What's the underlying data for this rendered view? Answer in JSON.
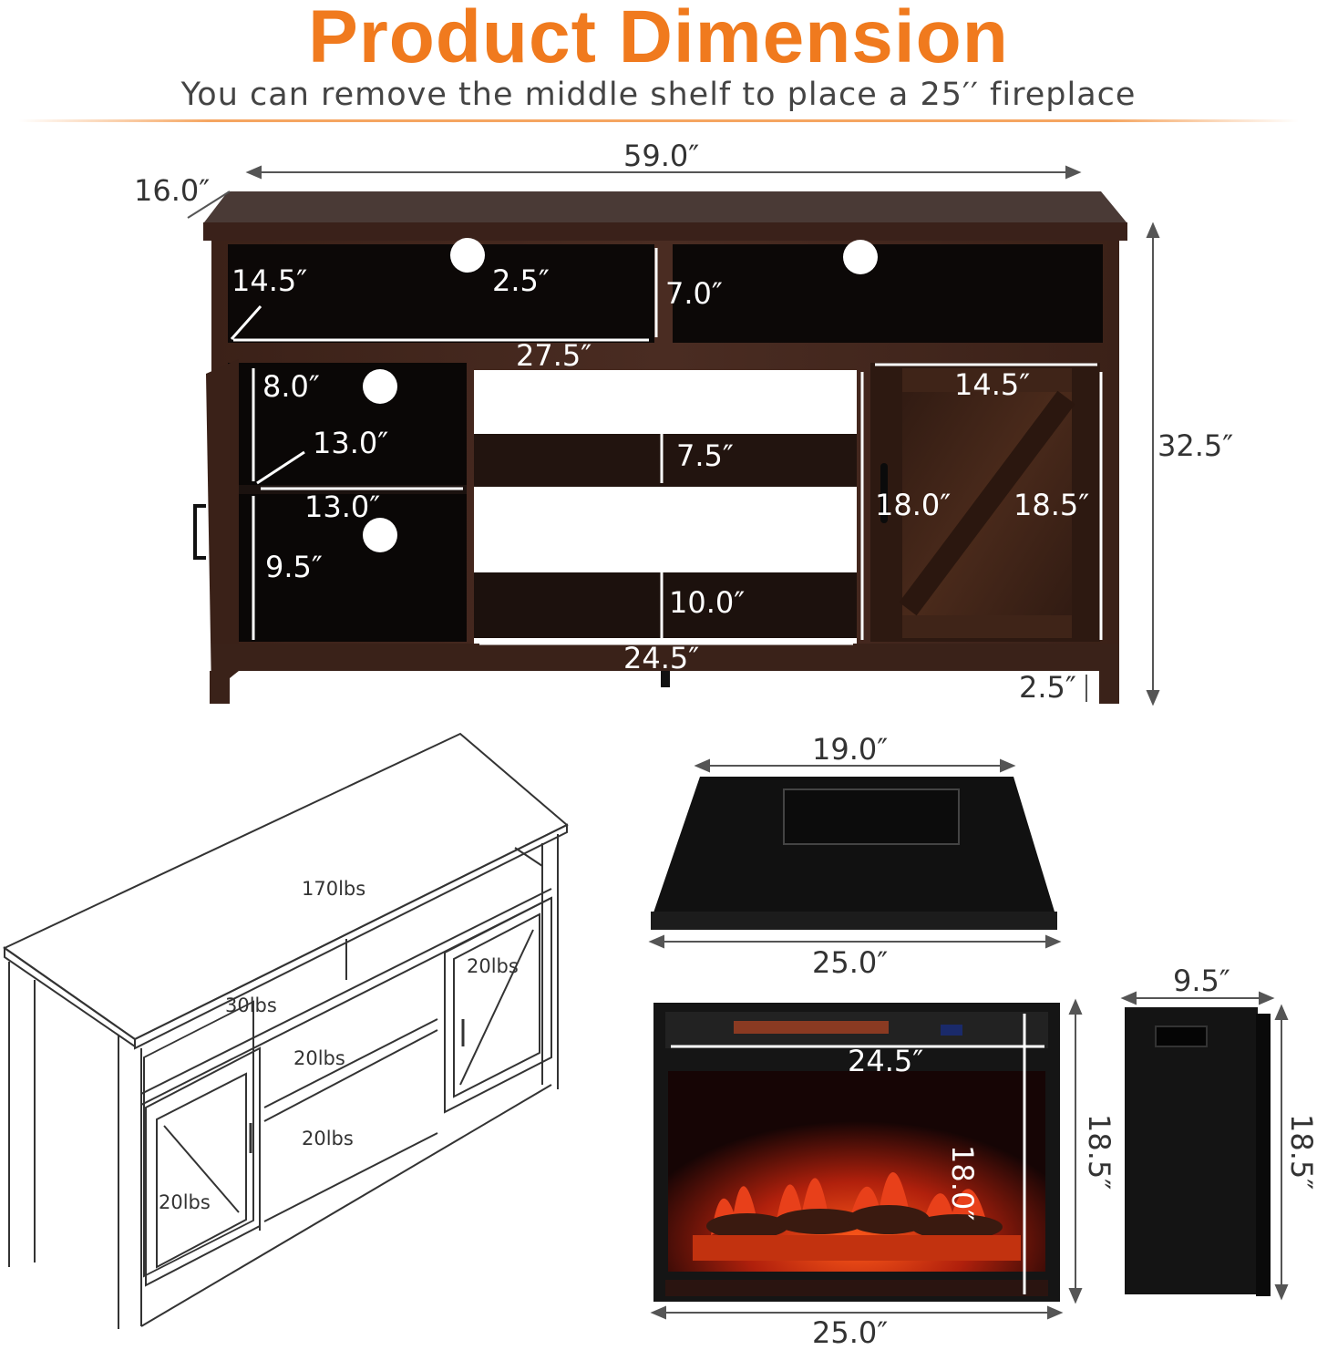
{
  "header": {
    "title": "Product Dimension",
    "subtitle": "You can remove the middle shelf to place a 25′′ fireplace"
  },
  "tv_stand": {
    "overall_width": "59.0″",
    "depth": "16.0″",
    "height": "32.5″",
    "leg_height": "2.5″",
    "top_shelf_depth": "14.5″",
    "cable_hole": "2.5″",
    "top_shelf_height": "7.0″",
    "top_shelf_width": "27.5″",
    "left_upper_height": "8.0″",
    "left_depth": "13.0″",
    "left_width": "13.0″",
    "left_lower_height": "9.5″",
    "middle_upper_height": "7.5″",
    "middle_lower_height": "10.0″",
    "middle_width": "24.5″",
    "right_width": "14.5″",
    "right_inner_height": "18.0″",
    "right_door_height": "18.5″"
  },
  "load_capacity": {
    "top": "170lbs",
    "top_shelf": "30lbs",
    "right_cabinet": "20lbs",
    "middle_shelf": "20lbs",
    "bottom_shelf": "20lbs",
    "left_cabinet": "20lbs"
  },
  "fireplace": {
    "top_back_width": "19.0″",
    "top_front_width": "25.0″",
    "front_inner_width": "24.5″",
    "front_inner_height": "18.0″",
    "front_height": "18.5″",
    "front_width": "25.0″",
    "side_depth": "9.5″",
    "side_height": "18.5″"
  },
  "colors": {
    "title": "#f07a1e",
    "wood_dark": "#2e1a14",
    "wood_mid": "#4a2c22",
    "door_wood": "#3b2116",
    "fireplace_black": "#141414",
    "flame": "#e8401a"
  }
}
